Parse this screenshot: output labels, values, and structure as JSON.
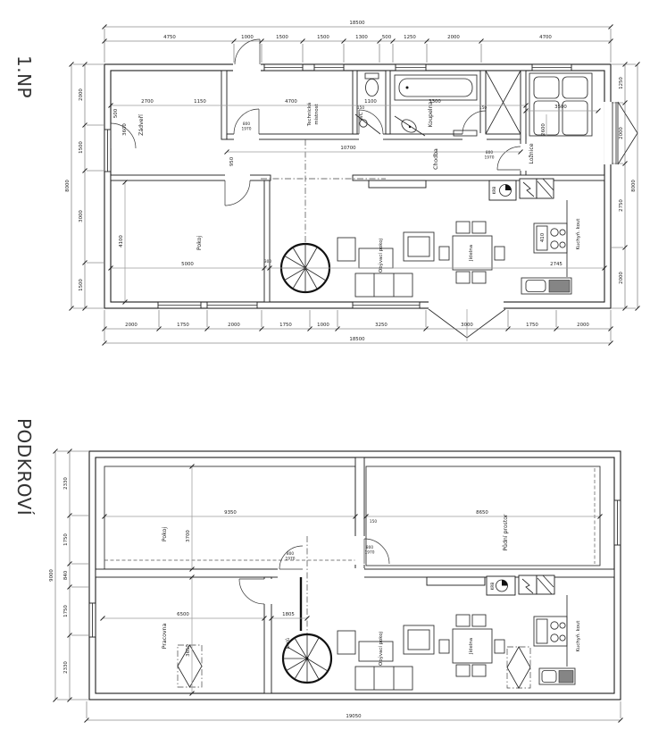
{
  "floor1": {
    "title": "1.NP",
    "dim_top_total": "18500",
    "dim_top": [
      "4750",
      "1000",
      "1500",
      "1500",
      "1300",
      "500",
      "1250",
      "2000",
      "4700"
    ],
    "dim_bottom": [
      "2000",
      "1750",
      "2000",
      "1750",
      "1000",
      "3250",
      "3000",
      "1750",
      "2000"
    ],
    "dim_bottom_total": "18500",
    "dim_left": [
      "2000",
      "1500",
      "3000",
      "1500"
    ],
    "dim_left_total": "8000",
    "dim_right": [
      "1250",
      "2000",
      "2750",
      "2000"
    ],
    "dim_right_total": "8000",
    "inner_dims": {
      "zadveri_w": "2700",
      "zadveri_d": "1150",
      "zadveri_niche": "500",
      "zadveri_h": "3600",
      "tech_w": "4700",
      "wall": "150",
      "wc_w": "1100",
      "koupelna_w": "3300",
      "loznice_w": "3500",
      "loznice_h": "2600",
      "chodba_l": "10700",
      "chodba_w": "950",
      "pokoj_w": "5000",
      "pokoj_wall": "300",
      "pokoj_h": "4100",
      "kuchyn_l": "2745",
      "kuchyn_w": "410",
      "door_w": "800",
      "door_h": "1970"
    },
    "rooms": {
      "zadveri": "Zádveří",
      "technicka_1": "Technická",
      "technicka_2": "místnost",
      "wc": "WC",
      "koupelna": "Koupelna",
      "loznice": "Ložnice",
      "chodba": "Chodba",
      "pokoj": "Pokoj",
      "obyvaci": "Obývací pokoj",
      "jidelna": "Jídelna",
      "kuchyn": "Kuchyň. kout",
      "krb": "KRB"
    }
  },
  "floor2": {
    "title": "PODKROVÍ",
    "dim_left": [
      "2330",
      "1750",
      "840",
      "1750",
      "2330"
    ],
    "dim_left_total": "9000",
    "dim_bottom_total": "19050",
    "inner_dims": {
      "pokoj_w": "9350",
      "pokoj_h": "3700",
      "pudni_w": "8650",
      "wall": "150",
      "pracovna_w": "6500",
      "pracovna_h": "3650",
      "stair": "1805",
      "door_w": "800",
      "door_h": "1970"
    },
    "rooms": {
      "pokoj": "Pokoj",
      "pudni": "Půdní prostor",
      "pracovna": "Pracovna",
      "dolu": "Dolů",
      "obyvaci": "Obývací pokoj",
      "jidelna": "Jídelna",
      "kuchyn": "Kuchyň. kout",
      "krb": "KRB"
    }
  }
}
